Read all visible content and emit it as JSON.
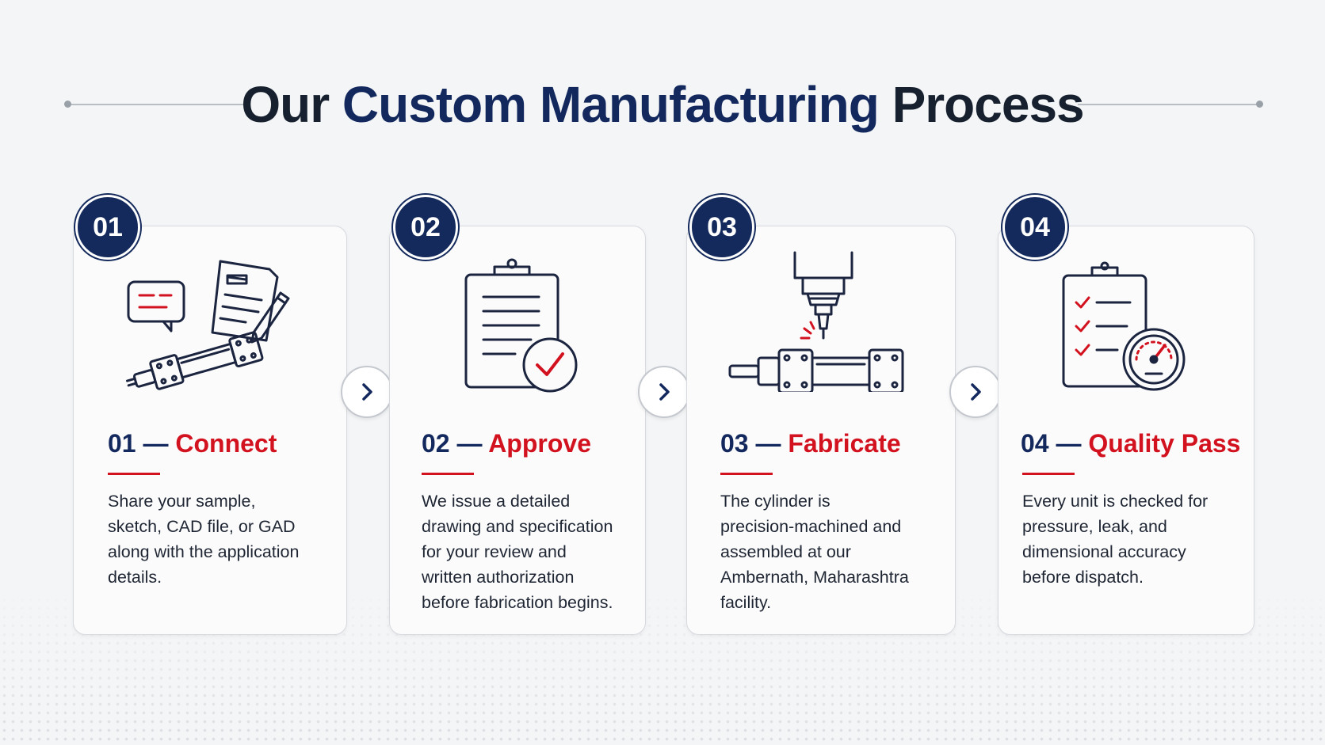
{
  "title": {
    "part1": "Our",
    "part2": "Custom Manufacturing",
    "part3": "Process"
  },
  "colors": {
    "navy": "#142a5c",
    "red": "#d3121f",
    "text": "#1f2633"
  },
  "steps": [
    {
      "badge": "01",
      "number": "01 —",
      "name": "Connect",
      "lines": [
        "Share your sample,",
        "sketch, CAD file, or GAD",
        "along with the application",
        "details."
      ],
      "icon": "chat-document-cylinder-icon"
    },
    {
      "badge": "02",
      "number": "02 —",
      "name": "Approve",
      "lines": [
        "We issue a detailed",
        "drawing and specification",
        "for your review and",
        "written authorization",
        "before fabrication begins."
      ],
      "icon": "clipboard-check-icon"
    },
    {
      "badge": "03",
      "number": "03 —",
      "name": "Fabricate",
      "lines": [
        "The cylinder is",
        "precision-machined and",
        "assembled at our",
        "Ambernath, Maharashtra",
        "facility."
      ],
      "icon": "machining-cylinder-icon"
    },
    {
      "badge": "04",
      "number": "04 —",
      "name": "Quality Pass",
      "lines": [
        "Every unit is checked for",
        "pressure, leak, and",
        "dimensional accuracy",
        "before dispatch."
      ],
      "icon": "checklist-gauge-icon"
    }
  ]
}
